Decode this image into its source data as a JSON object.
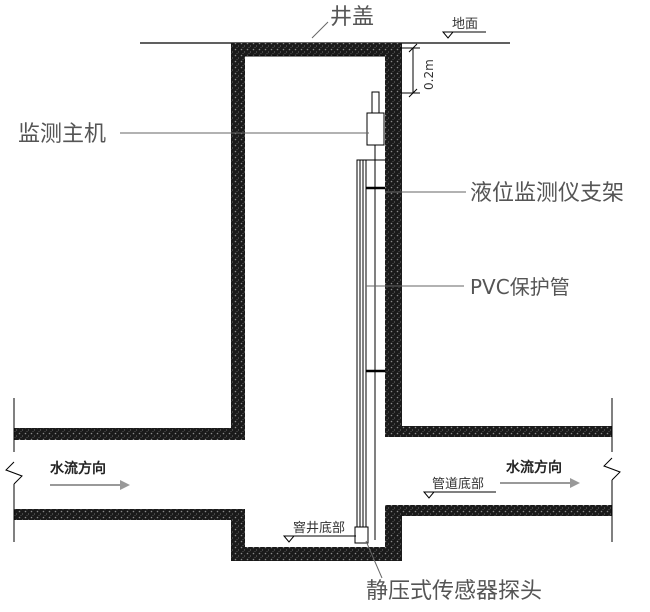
{
  "labels": {
    "well_cover": "井盖",
    "ground": "地面",
    "depth": "0.2m",
    "host": "监测主机",
    "bracket": "液位监测仪支架",
    "pvc": "PVC保护管",
    "probe": "静压式传感器探头",
    "flow_left": "水流方向",
    "flow_right": "水流方向",
    "pipe_bottom": "管道底部",
    "well_bottom": "窨井底部"
  },
  "colors": {
    "wall_fill": "#1a1a1a",
    "flow_arrow": "#999999",
    "lead_line": "#666666"
  }
}
